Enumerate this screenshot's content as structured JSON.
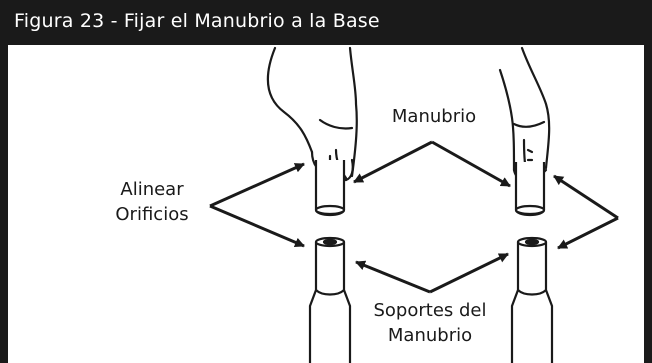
{
  "figure": {
    "title": "Figura 23 - Fijar el Manubrio a la Base",
    "labels": {
      "handlebar": "Manubrio",
      "align_line1": "Alinear",
      "align_line2": "Orificios",
      "supports_line1": "Soportes del",
      "supports_line2": "Manubrio"
    }
  }
}
